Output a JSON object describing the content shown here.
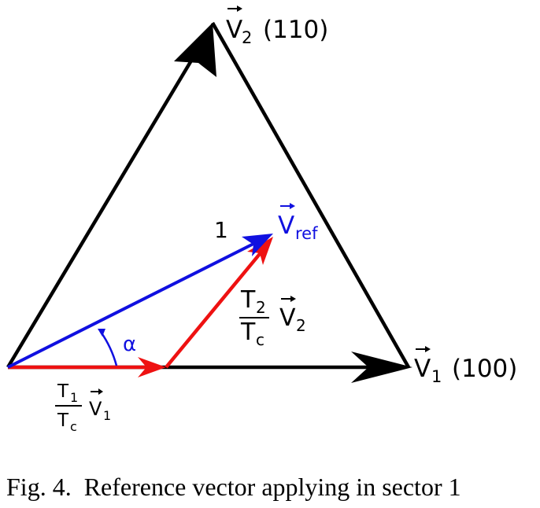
{
  "colors": {
    "frame": "#000000",
    "reference": "#1010e0",
    "components": "#ee1111"
  },
  "labels": {
    "v2_symbol": "V",
    "v2_sub": "2",
    "v2_code": "(110)",
    "v1_symbol": "V",
    "v1_sub": "1",
    "v1_code": "(100)",
    "vref_symbol": "V",
    "vref_sub": "ref",
    "magnitude": "1",
    "angle": "α",
    "t2_num": "T",
    "t2_num_sub": "2",
    "t2_den": "T",
    "t2_den_sub": "c",
    "t2_vec": "V",
    "t2_vec_sub": "2",
    "t1_num": "T",
    "t1_num_sub": "1",
    "t1_den": "T",
    "t1_den_sub": "c",
    "t1_vec": "V",
    "t1_vec_sub": "1"
  },
  "caption": "Fig. 4.  Reference vector applying in sector 1"
}
